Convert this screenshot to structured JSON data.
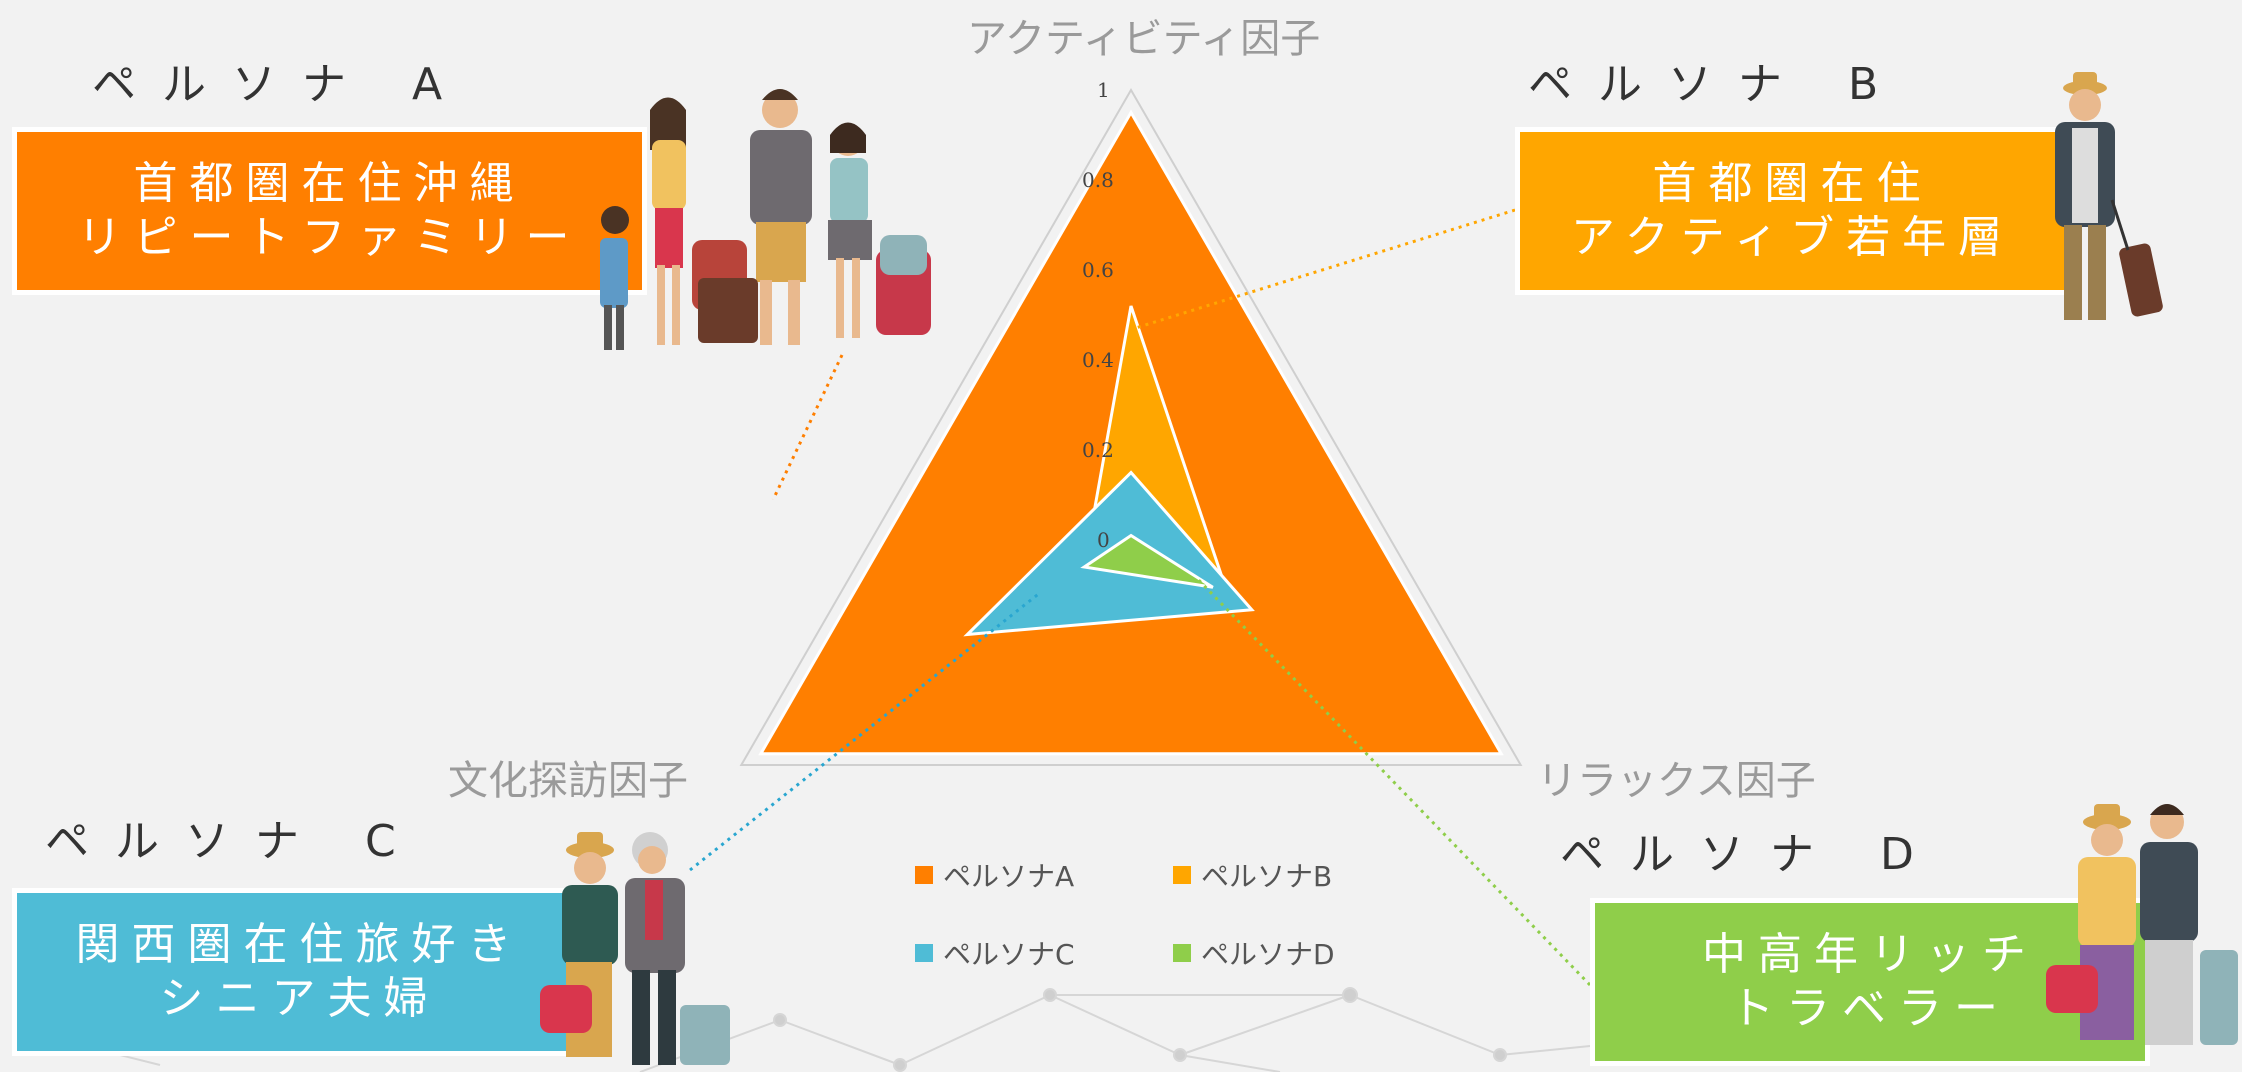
{
  "personas": [
    {
      "key": "A",
      "title": "ペルソナ A",
      "line1": "首都圏在住沖縄",
      "line2": "リピートファミリー",
      "color": "#ff7f00"
    },
    {
      "key": "B",
      "title": "ペルソナ B",
      "line1": "首都圏在住",
      "line2": "アクティブ若年層",
      "color": "#ffa600"
    },
    {
      "key": "C",
      "title": "ペルソナ C",
      "line1": "関西圏在住旅好き",
      "line2": "シニア夫婦",
      "color": "#4fbcd6"
    },
    {
      "key": "D",
      "title": "ペルソナ D",
      "line1": "中高年リッチ",
      "line2": "トラベラー",
      "color": "#8fce4a"
    }
  ],
  "chart_data": {
    "type": "radar",
    "axes": [
      "アクティビティ因子",
      "リラックス因子",
      "文化探訪因子"
    ],
    "rlim": [
      0,
      1
    ],
    "ticks": [
      "0",
      "0.2",
      "0.4",
      "0.6",
      "0.8",
      "1"
    ],
    "grid": true,
    "legend_position": "bottom",
    "series": [
      {
        "name": "ペルソナA",
        "color": "#ff7f00",
        "values": [
          0.95,
          0.95,
          0.95
        ]
      },
      {
        "name": "ペルソナB",
        "color": "#ffa600",
        "values": [
          0.52,
          0.25,
          0.12
        ]
      },
      {
        "name": "ペルソナC",
        "color": "#4fbcd6",
        "values": [
          0.15,
          0.31,
          0.42
        ]
      },
      {
        "name": "ペルソナD",
        "color": "#8fce4a",
        "values": [
          0.01,
          0.21,
          0.12
        ]
      }
    ]
  }
}
